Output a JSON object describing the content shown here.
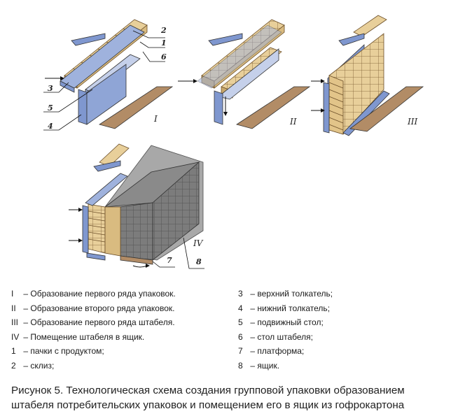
{
  "figure": {
    "stage_labels": [
      "I",
      "II",
      "III",
      "IV"
    ],
    "part_numbers": [
      "1",
      "2",
      "3",
      "4",
      "5",
      "6",
      "7",
      "8"
    ]
  },
  "legend_left": [
    {
      "key": "I",
      "sep": "–",
      "text": "Образование первого ряда упаковок."
    },
    {
      "key": "II",
      "sep": "–",
      "text": "Образование второго ряда упаковок."
    },
    {
      "key": "III",
      "sep": "–",
      "text": "Образование первого ряда штабеля."
    },
    {
      "key": "IV",
      "sep": "–",
      "text": "Помещение штабеля в ящик."
    },
    {
      "key": "1",
      "sep": "–",
      "text": "пачки с продуктом;"
    },
    {
      "key": "2",
      "sep": "–",
      "text": "склиз;"
    }
  ],
  "legend_right": [
    {
      "key": "3",
      "sep": "–",
      "text": "верхний толкатель;"
    },
    {
      "key": "4",
      "sep": "–",
      "text": "нижний толкатель;"
    },
    {
      "key": "5",
      "sep": "–",
      "text": "подвижный стол;"
    },
    {
      "key": "6",
      "sep": "–",
      "text": "стол штабеля;"
    },
    {
      "key": "7",
      "sep": "–",
      "text": "платформа;"
    },
    {
      "key": "8",
      "sep": "–",
      "text": "ящик."
    }
  ],
  "caption": {
    "line1": "Рисунок 5. Технологическая схема создания групповой упаковки образованием",
    "line2": "штабеля потребительских упаковок и помещением его в ящик из гофрокартона"
  },
  "colors": {
    "package": "#e8cf9a",
    "package_side": "#c9a86b",
    "steel": "#7f97cf",
    "steel_dark": "#5a72b0",
    "platform": "#b28c66",
    "box": "#8d8d8d"
  }
}
